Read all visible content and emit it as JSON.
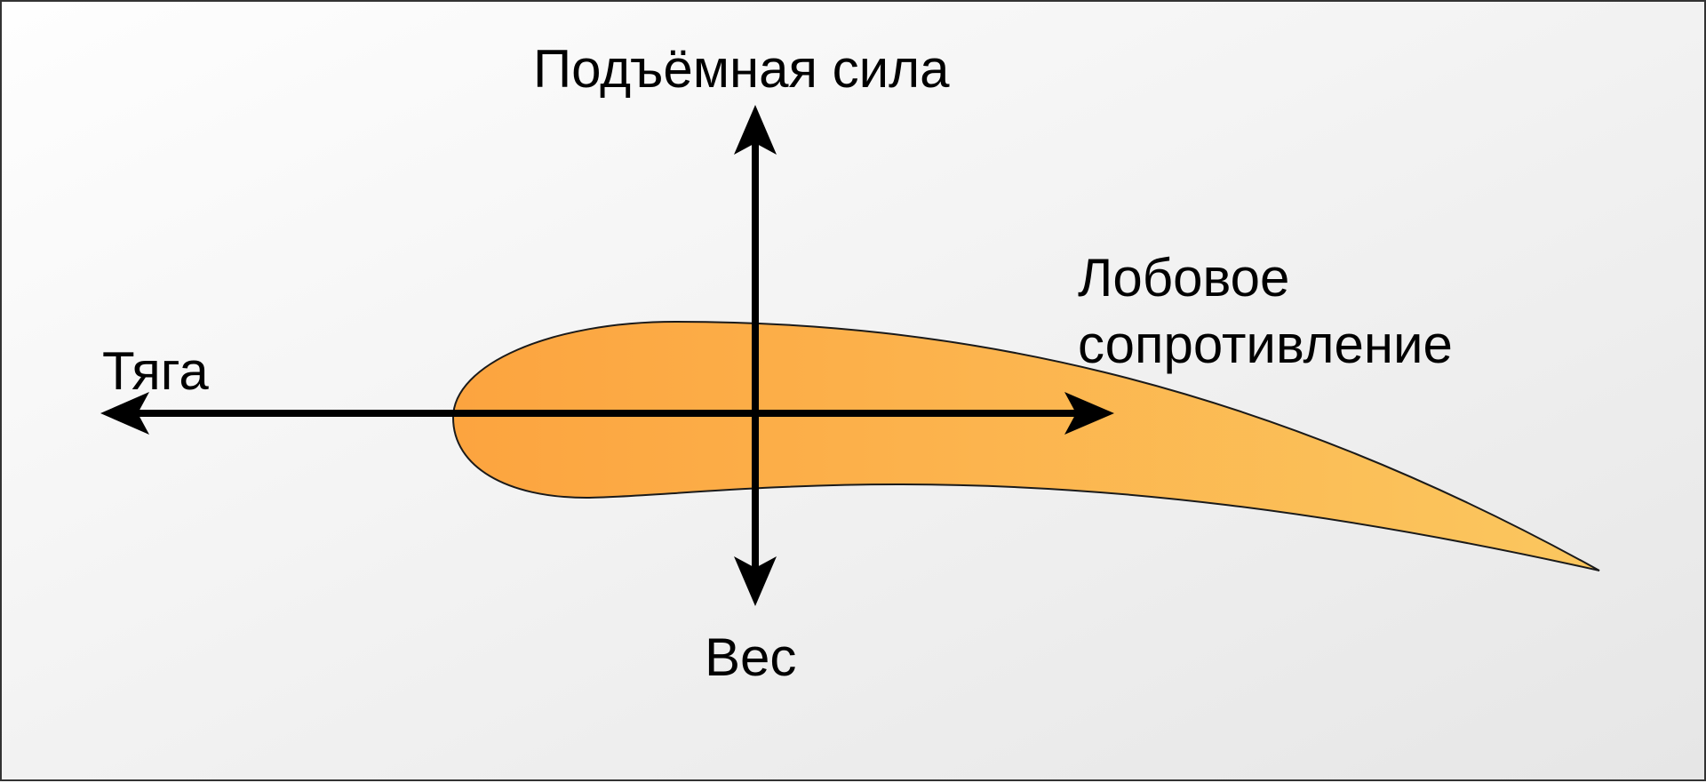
{
  "diagram": {
    "labels": {
      "lift": "Подъёмная сила",
      "weight": "Вес",
      "thrust": "Тяга",
      "drag_line1": "Лобовое",
      "drag_line2": "сопротивление"
    },
    "colors": {
      "background_start": "#fefefe",
      "background_end": "#e6e6e6",
      "airfoil_start": "#fca43f",
      "airfoil_end": "#fbc75f",
      "arrow": "#000000",
      "frame": "#333333"
    }
  }
}
